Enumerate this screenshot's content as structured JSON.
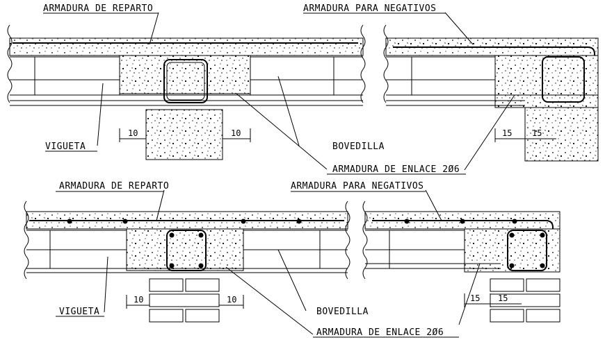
{
  "labels": {
    "reparto_top": "ARMADURA DE REPARTO",
    "negativos_top": "ARMADURA PARA NEGATIVOS",
    "vigueta_top": "VIGUETA",
    "bovedilla_top": "BOVEDILLA",
    "enlace_top": "ARMADURA DE ENLACE 2Ø6",
    "reparto_bottom": "ARMADURA DE REPARTO",
    "negativos_bottom": "ARMADURA PARA NEGATIVOS",
    "vigueta_bottom": "VIGUETA",
    "bovedilla_bottom": "BOVEDILLA",
    "enlace_bottom": "ARMADURA DE ENLACE 2Ø6"
  },
  "dimensions": {
    "top_left_a": "10",
    "top_left_b": "10",
    "top_right_a": "15",
    "top_right_b": "15",
    "bottom_left_a": "10",
    "bottom_left_b": "10",
    "bottom_right_a": "15",
    "bottom_right_b": "15"
  },
  "colors": {
    "line": "#000000",
    "background": "#ffffff"
  }
}
